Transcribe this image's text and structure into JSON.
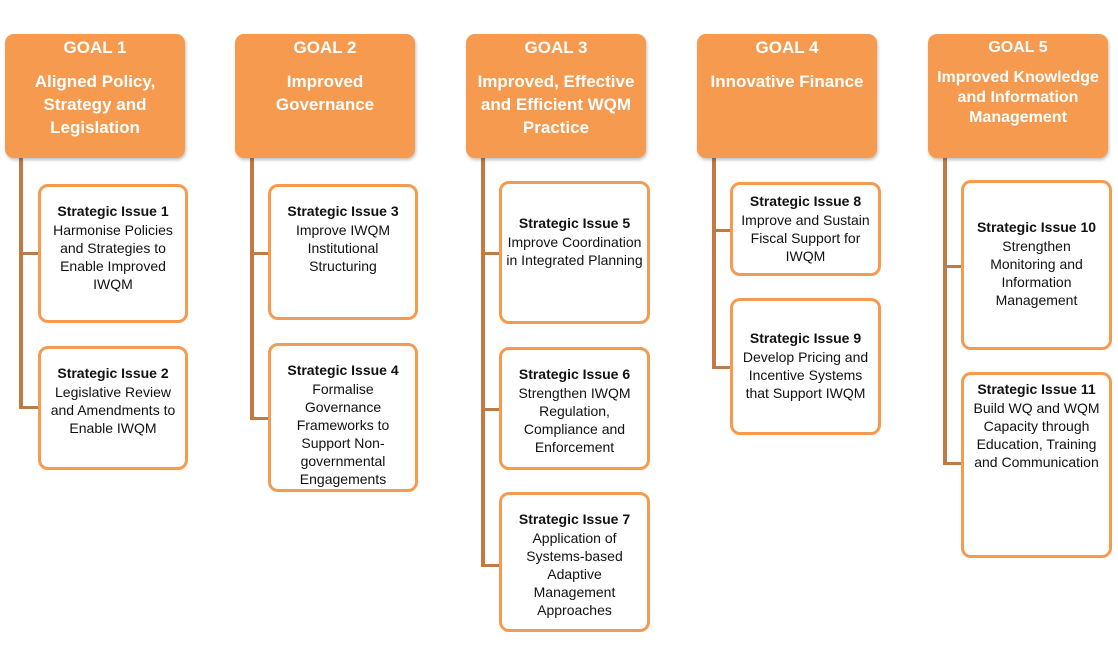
{
  "goals": [
    {
      "number": "GOAL 1",
      "name": "Aligned Policy, Strategy and Legislation",
      "issues": [
        {
          "title": "Strategic Issue 1",
          "text": "Harmonise Policies and Strategies to Enable Improved IWQM"
        },
        {
          "title": "Strategic Issue 2",
          "text": "Legislative Review and Amendments to Enable  IWQM"
        }
      ]
    },
    {
      "number": "GOAL 2",
      "name": "Improved Governance",
      "issues": [
        {
          "title": "Strategic Issue 3",
          "text": "Improve IWQM Institutional Structuring"
        },
        {
          "title": "Strategic Issue 4",
          "text": "Formalise Governance Frameworks to Support Non-governmental Engagements"
        }
      ]
    },
    {
      "number": "GOAL 3",
      "name": "Improved, Effective and Efficient WQM Practice",
      "issues": [
        {
          "title": "Strategic Issue 5",
          "text": "Improve Coordination in Integrated Planning"
        },
        {
          "title": "Strategic Issue 6",
          "text": "Strengthen IWQM Regulation, Compliance and Enforcement"
        },
        {
          "title": "Strategic Issue 7",
          "text": "Application of Systems-based Adaptive Management Approaches"
        }
      ]
    },
    {
      "number": "GOAL 4",
      "name": "Innovative Finance",
      "issues": [
        {
          "title": "Strategic Issue 8",
          "text": "Improve and Sustain Fiscal Support for IWQM"
        },
        {
          "title": "Strategic Issue 9",
          "text": "Develop Pricing and Incentive Systems that Support IWQM"
        }
      ]
    },
    {
      "number": "GOAL 5",
      "name": "Improved Knowledge and Information Management",
      "issues": [
        {
          "title": "Strategic Issue 10",
          "text": "Strengthen Monitoring and Information Management"
        },
        {
          "title": "Strategic Issue 11",
          "text": "Build WQ and WQM Capacity through Education, Training and Communication"
        }
      ]
    }
  ],
  "colors": {
    "goal_fill": "#f59a4e",
    "issue_border": "#f59a4e",
    "connector": "#c07b44"
  }
}
